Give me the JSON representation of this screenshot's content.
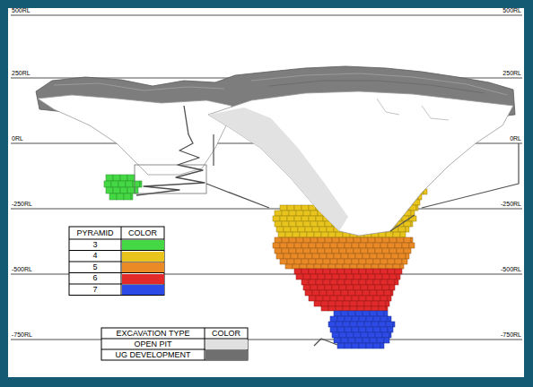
{
  "diagram": {
    "labels": [
      "500RL",
      "500RL",
      "250RL",
      "250RL",
      "0RL",
      "0RL",
      "-250RL",
      "-250RL",
      "-500RL",
      "-500RL",
      "-750RL",
      "-750RL",
      "PYRAMID",
      "COLOR",
      "EXCAVATION TYPE",
      "COLOR"
    ],
    "legend": [
      {
        "text": "3",
        "color": "#44d944"
      },
      {
        "text": "4",
        "color": "#e8c41c"
      },
      {
        "text": "5",
        "color": "#ea8a26"
      },
      {
        "text": "6",
        "color": "#e22a2a"
      },
      {
        "text": "7",
        "color": "#2b4ae6"
      },
      {
        "text": "OPEN PIT",
        "color": "#e0e0e0"
      },
      {
        "text": "UG DEVELOPMENT",
        "color": "#6f6f6f"
      }
    ]
  }
}
